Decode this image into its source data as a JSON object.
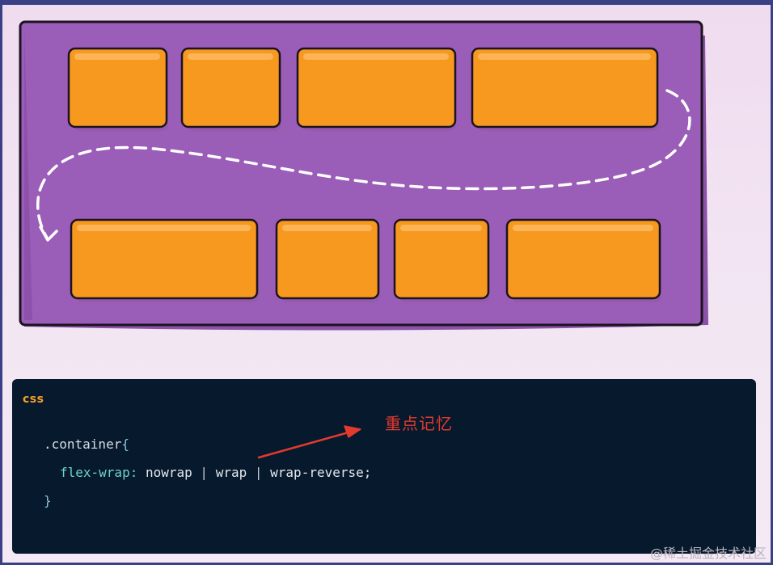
{
  "code": {
    "language": "css",
    "selector": ".container",
    "open_brace": "{",
    "property": "flex-wrap",
    "colon": ":",
    "values": [
      "nowrap",
      "wrap",
      "wrap-reverse"
    ],
    "separator": "|",
    "semicolon": ";",
    "close_brace": "}"
  },
  "annotation": {
    "text": "重点记忆"
  },
  "watermark": {
    "text": "@稀土掘金技术社区"
  },
  "diagram": {
    "row1_item_count": 4,
    "row2_item_count": 4,
    "colors": {
      "container": "#9a5db8",
      "item": "#f7981f",
      "outline": "#1c1320",
      "flow_arrow": "#ffffff",
      "annotation": "#e23a2e"
    }
  }
}
